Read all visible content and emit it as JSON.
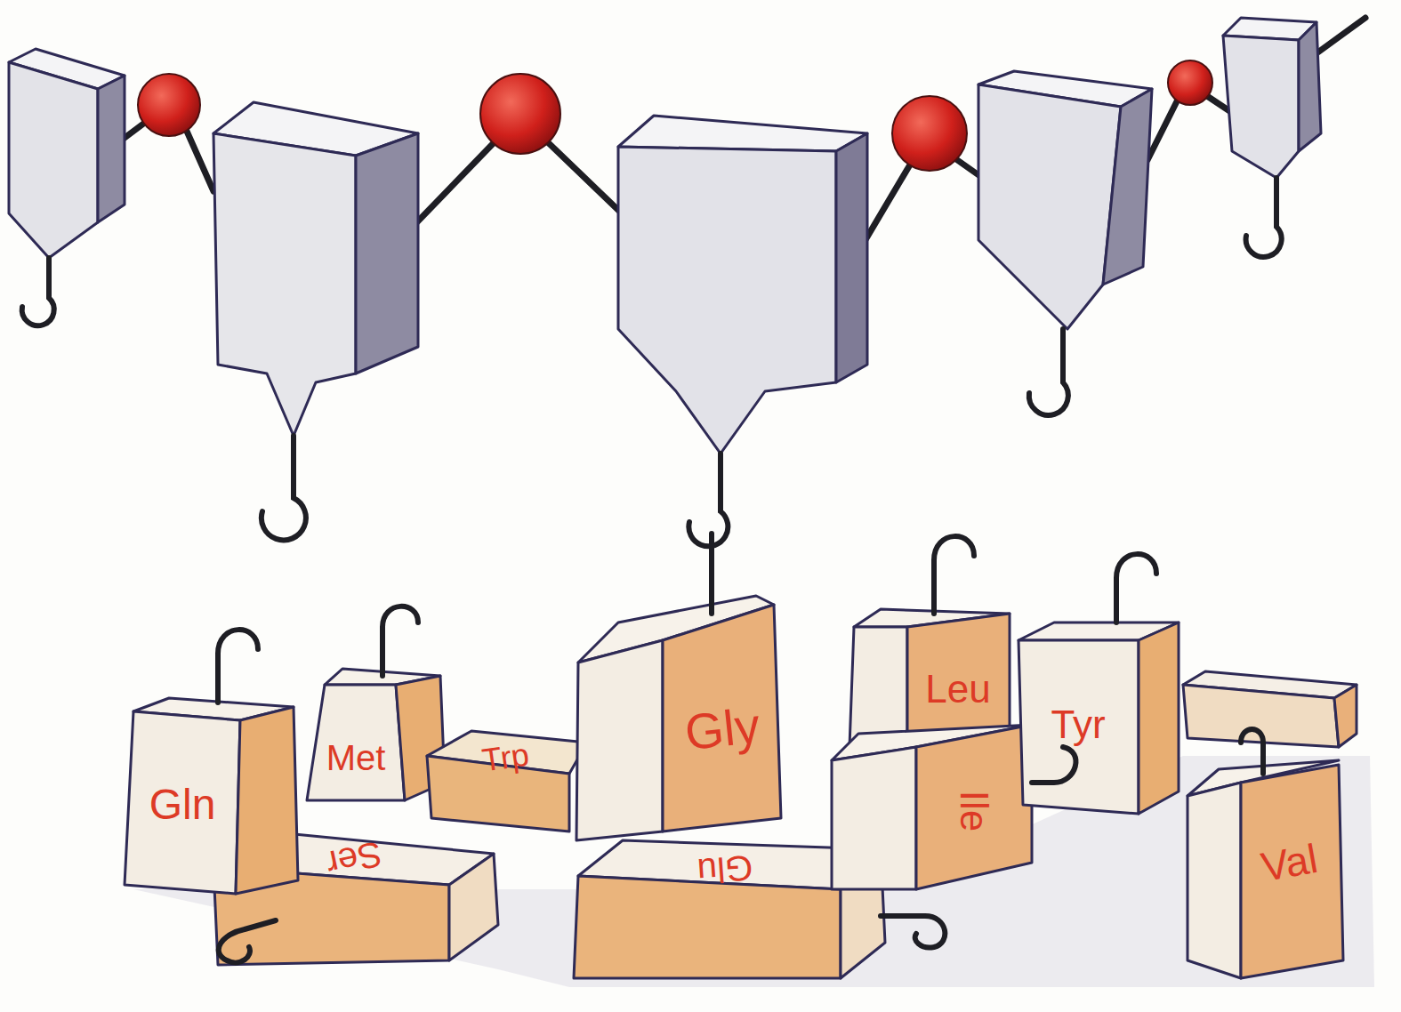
{
  "diagram": {
    "nodes": [
      {
        "text": [
          "Gln"
        ]
      },
      {
        "text": [
          "Met"
        ]
      },
      {
        "text": [
          "Trp"
        ]
      },
      {
        "text": [
          "Gly"
        ]
      },
      {
        "text": [
          "Leu"
        ]
      },
      {
        "text": [
          "Tyr"
        ]
      },
      {
        "text": [
          "Ile"
        ]
      },
      {
        "text": [
          "Ser"
        ]
      },
      {
        "text": [
          "Glu"
        ]
      },
      {
        "text": [
          "Val"
        ]
      }
    ]
  }
}
